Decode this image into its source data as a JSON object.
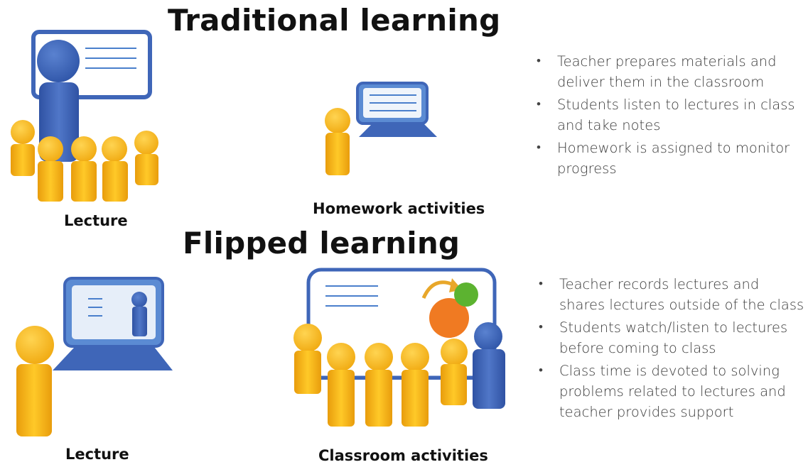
{
  "traditional": {
    "title": "Traditional learning",
    "lecture_caption": "Lecture",
    "homework_caption": "Homework activities",
    "bullets": [
      "Teacher prepares materials and deliver them in the classroom",
      "Students listen to lectures in class and take notes",
      "Homework is assigned to monitor progress"
    ]
  },
  "flipped": {
    "title": "Flipped learning",
    "lecture_caption": "Lecture",
    "classroom_caption": "Classroom activities",
    "bullets": [
      "Teacher records lectures and shares lectures outside of the class",
      "Students watch/listen to lectures before coming to class",
      "Class time is devoted to solving problems related to lectures and teacher provides support"
    ]
  },
  "colors": {
    "teacher_blue": "#3f66b8",
    "screen_blue": "#4a7fcc",
    "student_yellow": "#f5b418",
    "orange": "#f07a22",
    "green": "#5cb330"
  }
}
